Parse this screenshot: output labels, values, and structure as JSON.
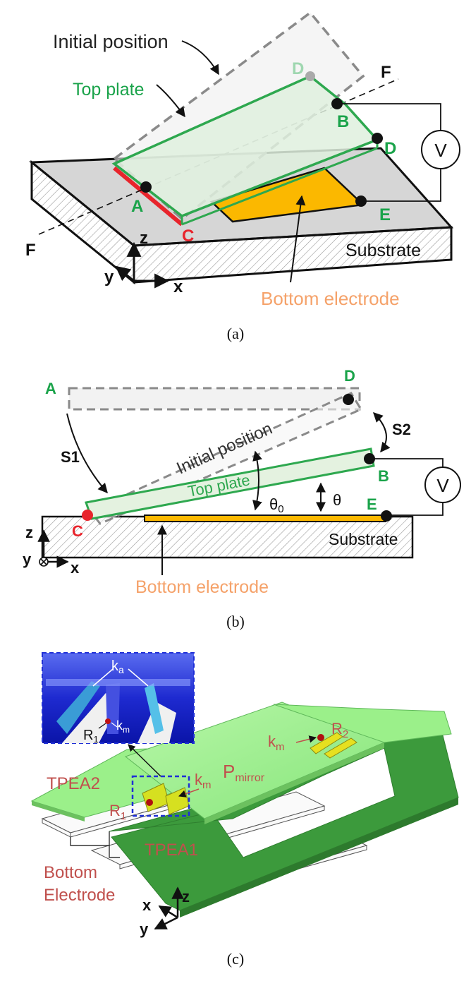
{
  "panel_a": {
    "initial_position": "Initial position",
    "top_plate": "Top plate",
    "point_a": "A",
    "point_b": "B",
    "point_c": "C",
    "point_d_initial": "D",
    "point_d": "D",
    "point_e": "E",
    "fold_f_left": "F",
    "fold_f_right": "F",
    "substrate": "Substrate",
    "bottom_electrode": "Bottom electrode",
    "voltmeter": "V",
    "axis_x": "x",
    "axis_y": "y",
    "axis_z": "z",
    "caption": "(a)"
  },
  "panel_b": {
    "point_a": "A",
    "point_d": "D",
    "point_b": "B",
    "point_c": "C",
    "point_e": "E",
    "s1": "S1",
    "s2": "S2",
    "initial_position": "Initial position",
    "top_plate": "Top plate",
    "theta0": "θ",
    "theta0_sub": "0",
    "theta": "θ",
    "voltmeter": "V",
    "substrate": "Substrate",
    "bottom_electrode": "Bottom electrode",
    "axis_z": "z",
    "axis_y": "y",
    "axis_x": "x",
    "caption": "(b)"
  },
  "panel_c": {
    "inset_ka": "k",
    "inset_ka_sub": "a",
    "inset_km": "k",
    "inset_km_sub": "m",
    "inset_r1": "R",
    "inset_r1_sub": "1",
    "km_right": "k",
    "km_right_sub": "m",
    "r2": "R",
    "r2_sub": "2",
    "km_center": "k",
    "km_center_sub": "m",
    "p_mirror": "P",
    "p_mirror_sub": "mirror",
    "tpea2": "TPEA2",
    "r1": "R",
    "r1_sub": "1",
    "tpea1": "TPEA1",
    "bottom_electrode_line1": "Bottom",
    "bottom_electrode_line2": "Electrode",
    "axis_z": "z",
    "axis_x": "x",
    "axis_y": "y",
    "caption": "(c)"
  },
  "colors": {
    "green_label": "#1aa34a",
    "plate_edge": "#2ea84f",
    "hinge_red": "#e8242c",
    "electrode_fill": "#fbb800",
    "electrode_text": "#f5a26a",
    "substrate_top": "#d6d6d6",
    "dashed_gray": "#8a8a8a",
    "panel_c_label": "#c0504d",
    "light_green": "#8ef08e",
    "dark_green": "#3c9a3c",
    "inset_blue": "#1f2fd6"
  }
}
